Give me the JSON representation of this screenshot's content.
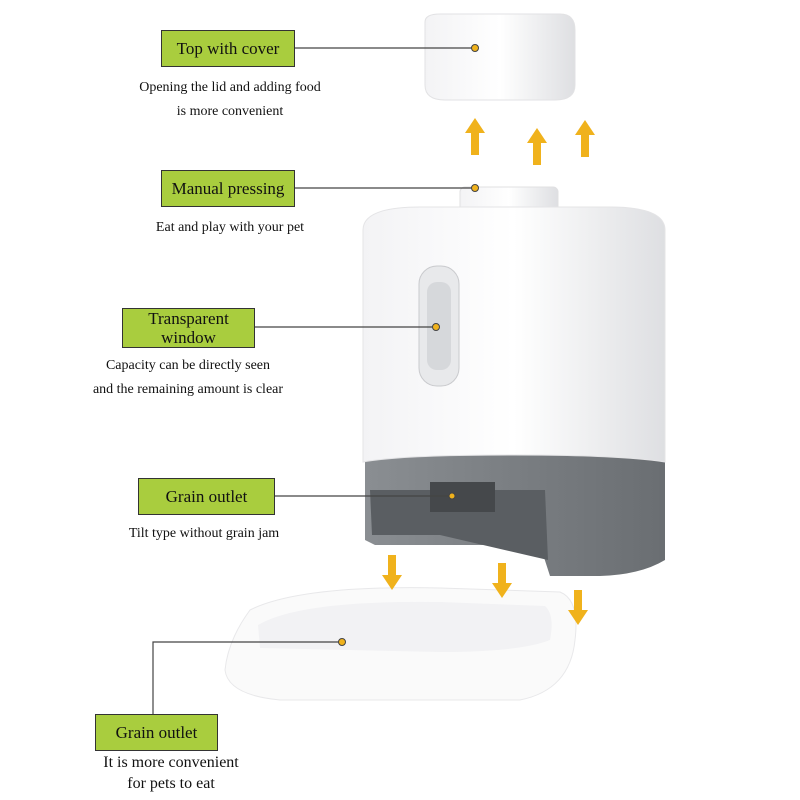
{
  "callouts": [
    {
      "title": "Top with cover",
      "desc": [
        "Opening the lid and adding food",
        "is more convenient"
      ]
    },
    {
      "title": "Manual pressing",
      "desc": [
        "Eat and play with your pet"
      ]
    },
    {
      "title": [
        "Transparent",
        "window"
      ],
      "desc": [
        "Capacity can be directly seen",
        "and the remaining amount is clear"
      ]
    },
    {
      "title": "Grain outlet",
      "desc": [
        "Tilt type without grain jam"
      ]
    },
    {
      "title": "Grain outlet",
      "desc": [
        "It is more convenient",
        "for pets to eat"
      ]
    }
  ],
  "colors": {
    "label_bg": "#a9cd3e",
    "arrow": "#f0b21c",
    "body_gray": "#7d8185"
  }
}
